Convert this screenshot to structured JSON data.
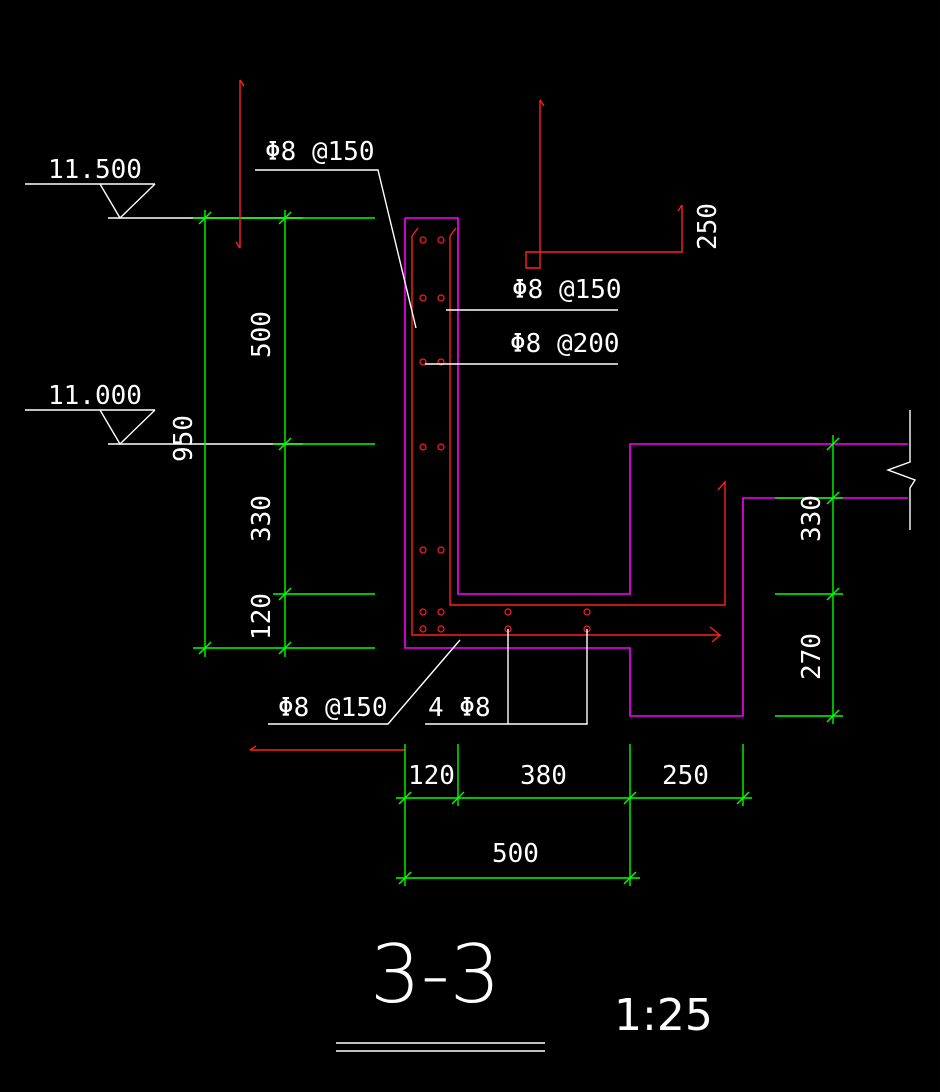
{
  "drawing": {
    "elevations": {
      "top": "11.500",
      "middle": "11.000"
    },
    "dimensions": {
      "total_height": "950",
      "upper": "500",
      "middle": "330",
      "bottom": "120",
      "right_upper": "330",
      "right_lower": "270",
      "top_hook": "250",
      "bottom_120": "120",
      "bottom_380": "380",
      "bottom_250": "250",
      "bottom_total": "500"
    },
    "rebar": {
      "wall_outer": "Φ8 @150",
      "wall_inner": "Φ8 @150",
      "distribution": "Φ8 @200",
      "slab": "Φ8 @150",
      "longitudinal": "4 Φ8"
    },
    "section_title": "3-3",
    "scale": "1:25"
  },
  "colors": {
    "background": "#000000",
    "dimension": "#00ff00",
    "rebar": "#ff2020",
    "outline": "#ff00ff",
    "text": "#ffffff"
  }
}
